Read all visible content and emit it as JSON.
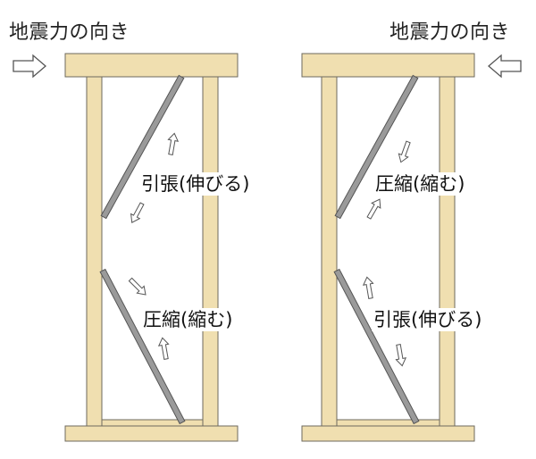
{
  "left_panel": {
    "title": "地震力の向き",
    "upper_label": "引張(伸びる)",
    "lower_label": "圧縮(縮む)"
  },
  "right_panel": {
    "title": "地震力の向き",
    "upper_label": "圧縮(縮む)",
    "lower_label": "引張(伸びる)"
  },
  "colors": {
    "wood_fill": "#f0dfb0",
    "wood_stroke": "#6e6a5e",
    "brace_fill": "#9a9a9a",
    "brace_stroke": "#555555",
    "arrow_fill": "#ffffff",
    "arrow_stroke": "#555555"
  }
}
